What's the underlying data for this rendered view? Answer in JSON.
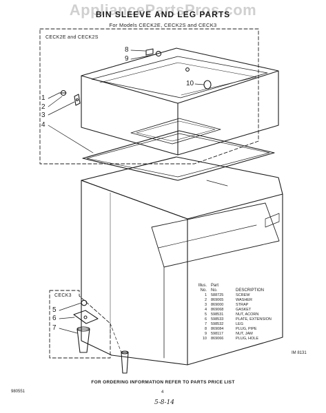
{
  "watermark": "AppliancePartsPros.com",
  "title": "BIN SLEEVE AND LEG PARTS",
  "subtitle": "For Models CECK2E, CECK2S and CECK3",
  "box_top_label": "CECK2E and CECK2S",
  "box_bottom_label": "CECK3",
  "callouts": [
    "1",
    "2",
    "3",
    "4",
    "5",
    "6",
    "7",
    "8",
    "9",
    "10"
  ],
  "table": {
    "header_illus": "Illus.",
    "header_no": "No.",
    "header_part": "Part",
    "header_part_no": "No.",
    "header_desc": "DESCRIPTION",
    "rows": [
      {
        "num": "1",
        "part": "588725",
        "desc": "SCREW"
      },
      {
        "num": "2",
        "part": "869065",
        "desc": "WASHER"
      },
      {
        "num": "3",
        "part": "869000",
        "desc": "STRAP"
      },
      {
        "num": "4",
        "part": "869068",
        "desc": "GASKET"
      },
      {
        "num": "5",
        "part": "598531",
        "desc": "NUT, ACORN"
      },
      {
        "num": "6",
        "part": "598533",
        "desc": "PLATE, EXTENSION"
      },
      {
        "num": "7",
        "part": "598532",
        "desc": "LEG"
      },
      {
        "num": "8",
        "part": "869084",
        "desc": "PLUG, PIPE"
      },
      {
        "num": "9",
        "part": "598117",
        "desc": "NUT, JAM"
      },
      {
        "num": "10",
        "part": "869066",
        "desc": "PLUG, HOLE"
      }
    ]
  },
  "code": "IM 8131",
  "footer": "FOR ORDERING INFORMATION REFER TO PARTS PRICE LIST",
  "doc_number": "980551",
  "page_number": "4",
  "handwritten_note": "5-8-14"
}
